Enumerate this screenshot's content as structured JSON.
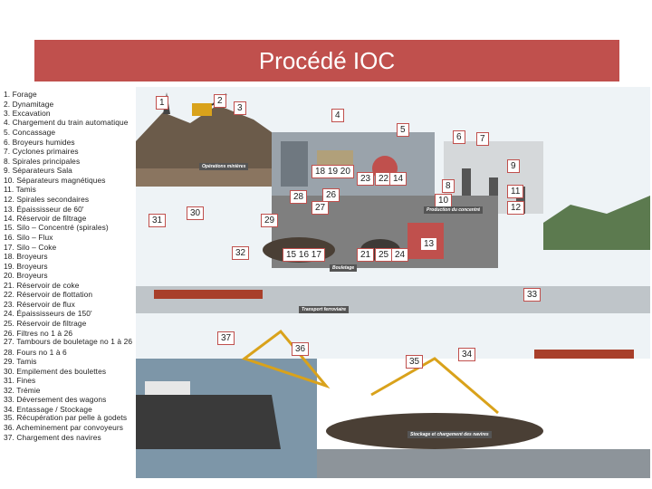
{
  "header": {
    "title": "Procédé IOC"
  },
  "legend": [
    "1. Forage",
    "2. Dynamitage",
    "3. Excavation",
    "4. Chargement du train automatique",
    "5. Concassage",
    "6. Broyeurs humides",
    "7. Cyclones primaires",
    "8. Spirales principales",
    "9. Séparateurs Sala",
    "10. Séparateurs magnétiques",
    "11. Tamis",
    "12. Spirales secondaires",
    "13. Épaississeur de 60'",
    "14. Réservoir de filtrage",
    "15. Silo – Concentré (spirales)",
    "16. Silo – Flux",
    "17. Silo – Coke",
    "18. Broyeurs",
    "19. Broyeurs",
    "20. Broyeurs",
    "21. Réservoir de coke",
    "22. Réservoir de flottation",
    "23. Réservoir de flux",
    "24. Épaississeurs de 150'",
    "25. Réservoir de filtrage",
    "26. Filtres no 1 à 26",
    "27. Tambours de bouletage no 1 à 26",
    "28. Fours no 1 à 6",
    "29. Tamis",
    "30. Empilement des boulettes",
    "31. Fines",
    "32. Trémie",
    "33. Déversement des wagons",
    "34. Entassage / Stockage",
    "35. Récupération par pelle à godets",
    "36. Acheminement par convoyeurs",
    "37. Chargement des navires"
  ],
  "diagram": {
    "numbers": [
      "1",
      "2",
      "3",
      "4",
      "5",
      "6",
      "7",
      "9",
      "18 19 20",
      "23",
      "22",
      "14",
      "8",
      "11",
      "28",
      "26",
      "10",
      "12",
      "27",
      "30",
      "31",
      "29",
      "13",
      "32",
      "15 16 17",
      "21",
      "25",
      "24",
      "33",
      "37",
      "36",
      "35",
      "34"
    ],
    "labels": {
      "mining": "Opérations minières",
      "concentrate": "Production du concentré",
      "pellets": "Bouletage",
      "rail": "Transport ferroviaire",
      "storage": "Stockage et chargement des navires"
    }
  },
  "colors": {
    "title_bg": "#c0504d",
    "callout_border": "#c0504d",
    "sky": "#eef3f6",
    "ground": "#6b5b4a",
    "sea": "#7d96a8"
  }
}
